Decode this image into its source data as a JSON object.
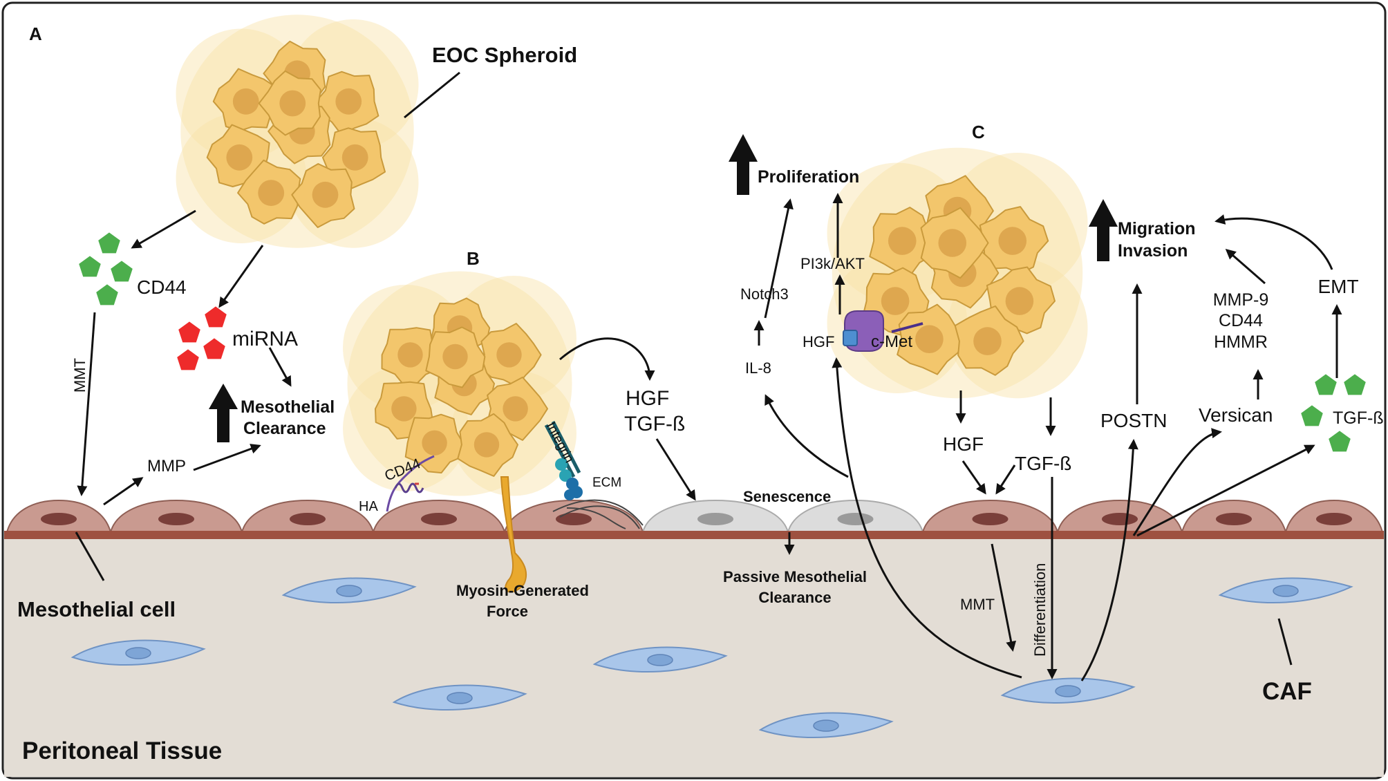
{
  "panel_labels": {
    "a": "A",
    "b": "B",
    "c": "C"
  },
  "labels": {
    "eoc_spheroid": "EOC Spheroid",
    "cd44": "CD44",
    "mirna": "miRNA",
    "mmt_left": "MMT",
    "mmp": "MMP",
    "mesothelial_clearance_1": "Mesothelial",
    "mesothelial_clearance_2": "Clearance",
    "mesothelial_cell": "Mesothelial cell",
    "peritoneal_tissue": "Peritoneal Tissue",
    "hgf_b": "HGF",
    "tgf_b_b": "TGF-ß",
    "cd44_b": "CD44",
    "ha": "HA",
    "integrin": "Integrin",
    "ecm": "ECM",
    "myosin_1": "Myosin-Generated",
    "myosin_2": "Force",
    "senescence": "Senescence",
    "passive_1": "Passive Mesothelial",
    "passive_2": "Clearance",
    "proliferation": "Proliferation",
    "notch3": "Notch3",
    "il8": "IL-8",
    "pi3k": "PI3k/AKT",
    "hgf_c": "HGF",
    "cmet": "c-Met",
    "hgf_c2": "HGF",
    "tgf_c2": "TGF-ß",
    "mmt_c": "MMT",
    "differentiation": "Differentiation",
    "migration": "Migration",
    "invasion": "Invasion",
    "postn": "POSTN",
    "versican": "Versican",
    "mmp9": "MMP-9",
    "cd44_c": "CD44",
    "hmmr": "HMMR",
    "emt": "EMT",
    "tgf_c3": "TGF-ß",
    "caf": "CAF"
  },
  "colors": {
    "tissue": "#e3ddd5",
    "mesothelium": "#c99a90",
    "basement": "#9e5140",
    "senescent": "#dcdcdc",
    "fibroblast": "#a9c6ea",
    "tumor": "#f3c66c",
    "green": "#4cae4c",
    "red": "#ee2b2b"
  }
}
